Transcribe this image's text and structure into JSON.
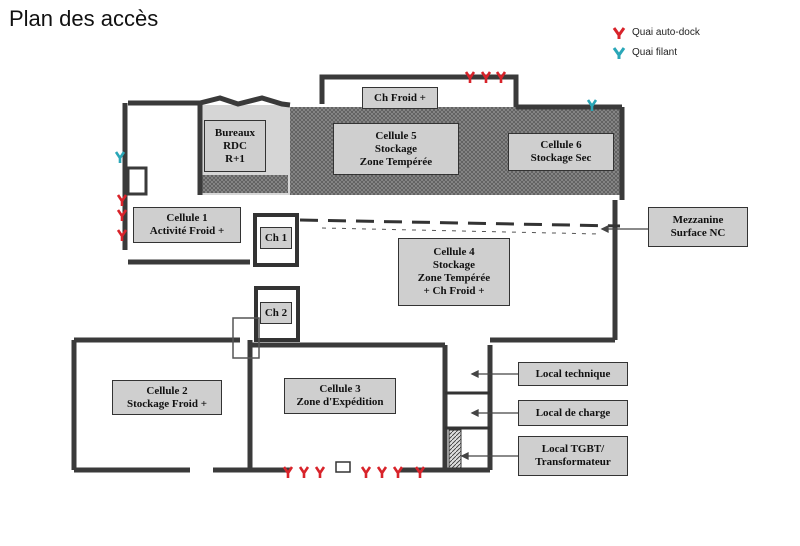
{
  "title": "Plan des accès",
  "legend": [
    {
      "label": "Quai auto-dock",
      "color": "#d8232a",
      "icon": "dock-marker-icon"
    },
    {
      "label": "Quai filant",
      "color": "#2aa7b8",
      "icon": "dock-marker-icon"
    }
  ],
  "rooms": {
    "bureaux": [
      "Bureaux",
      "RDC",
      "R+1"
    ],
    "cellule5": [
      "Cellule 5",
      "Stockage",
      "Zone Tempérée"
    ],
    "cellule6": [
      "Cellule 6",
      "Stockage Sec"
    ],
    "chfroid": [
      "Ch  Froid +"
    ],
    "cellule1": [
      "Cellule 1",
      "Activité Froid +"
    ],
    "ch1": [
      "Ch 1"
    ],
    "ch2": [
      "Ch 2"
    ],
    "cellule4": [
      "Cellule 4",
      "Stockage",
      "Zone Tempérée",
      "+ Ch Froid +"
    ],
    "cellule2": [
      "Cellule 2",
      "Stockage Froid +"
    ],
    "cellule3": [
      "Cellule 3",
      "Zone d'Expédition"
    ]
  },
  "callouts": {
    "mezzanine": [
      "Mezzanine",
      "Surface NC"
    ],
    "local_technique": [
      "Local technique"
    ],
    "local_charge": [
      "Local de charge"
    ],
    "local_tgbt": [
      "Local TGBT/",
      "Transformateur"
    ]
  }
}
